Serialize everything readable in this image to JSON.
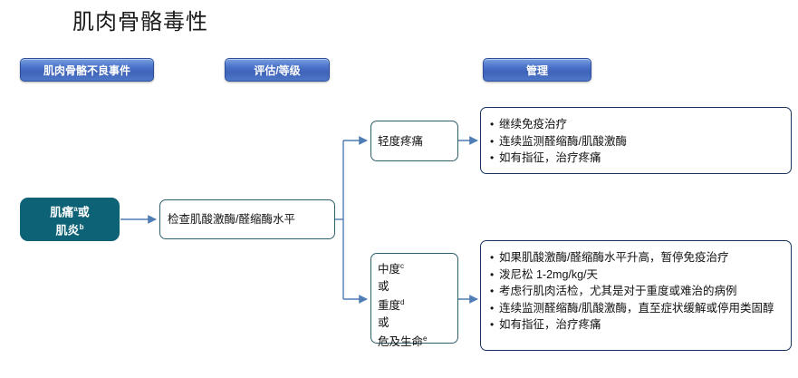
{
  "title": "肌肉骨骼毒性",
  "columns": {
    "adverse_event": "肌肉骨骼不良事件",
    "assessment": "评估/等级",
    "management": "管理"
  },
  "nodes": {
    "start": {
      "line1": "肌痛",
      "line1_sup": "a",
      "line1_tail": "或",
      "line2": "肌炎",
      "line2_sup": "b"
    },
    "test": "检查肌酸激酶/醛缩酶水平",
    "grade_mild": "轻度疼痛",
    "grade_severe": [
      {
        "text": "中度",
        "sup": "c"
      },
      {
        "text": "或",
        "sup": ""
      },
      {
        "text": "重度",
        "sup": "d"
      },
      {
        "text": "或",
        "sup": ""
      },
      {
        "text": "危及生命",
        "sup": "e"
      }
    ]
  },
  "management_mild": {
    "bullet_char": "•",
    "items": [
      "继续免疫治疗",
      "连续监测醛缩酶/肌酸激酶",
      "如有指征，治疗疼痛"
    ]
  },
  "management_severe": {
    "bullet_char": "•",
    "items": [
      "如果肌酸激酶/醛缩酶水平升高，暂停免疫治疗",
      "泼尼松 1-2mg/kg/天",
      "考虑行肌肉活检，尤其是对于重度或难治的病例",
      "连续监测醛缩酶/肌酸激酶，直至症状缓解或停用类固醇",
      "如有指征，治疗疼痛"
    ]
  },
  "colors": {
    "header_pill_blue": "#4a72c8",
    "start_node_teal": "#0e6275",
    "box_border_teal": "#2e5f6b",
    "box_border_navy": "#16355e",
    "connector": "#4f7db5",
    "background": "#ffffff"
  }
}
